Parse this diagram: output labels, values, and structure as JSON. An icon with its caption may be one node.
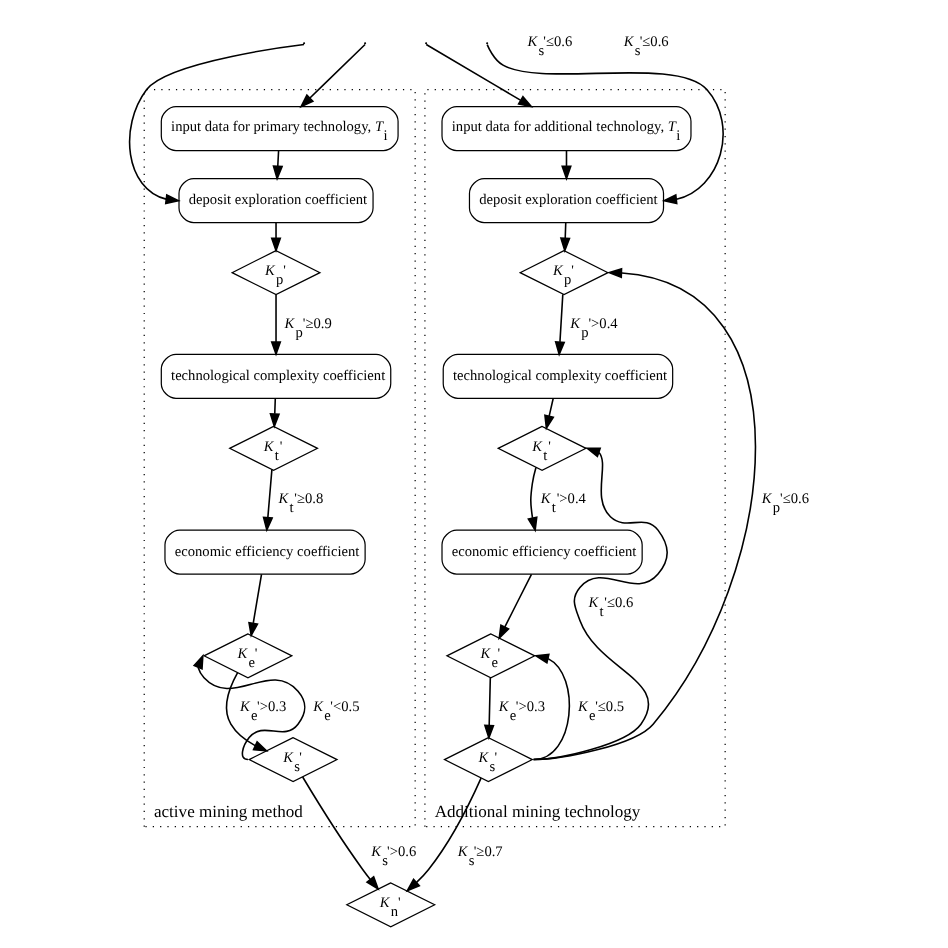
{
  "diagram": {
    "nodes": [
      {
        "text": [
          "active mining method"
        ]
      },
      {
        "text": [
          "input data for primary technology, *T*$_{i}$"
        ],
        "in": 0
      },
      {
        "text": [
          "deposit exploration coefficient"
        ],
        "in": 0
      },
      {
        "text": [
          "*K*$_{p}$'"
        ],
        "in": 0
      },
      {
        "text": [
          "technological complexity coefficient"
        ],
        "in": 0
      },
      {
        "text": [
          "*K*$_{t}$'"
        ],
        "in": 0
      },
      {
        "text": [
          "economic efficiency coefficient"
        ],
        "in": 0
      },
      {
        "text": [
          "*K*$_{e}$'"
        ],
        "in": 0
      },
      {
        "text": [
          "*K*$_{s}$'"
        ],
        "in": 0
      },
      {
        "text": [
          "Additional mining technology"
        ]
      },
      {
        "text": [
          "input data for additional technology, *T*$_{i}$"
        ],
        "in": 9
      },
      {
        "text": [
          "deposit exploration coefficient"
        ],
        "in": 9
      },
      {
        "text": [
          "*K*$_{p}$'"
        ],
        "in": 9
      },
      {
        "text": [
          "technological complexity coefficient"
        ],
        "in": 9
      },
      {
        "text": [
          "*K*$_{t}$'"
        ],
        "in": 9
      },
      {
        "text": [
          "economic efficiency coefficient"
        ],
        "in": 9
      },
      {
        "text": [
          "*K*$_{e}$'"
        ],
        "in": 9
      },
      {
        "text": [
          "*K*$_{s}$'"
        ],
        "in": 9
      },
      {
        "text": [
          "*K*$_{n}$'"
        ]
      }
    ],
    "edges": [
      {
        "from": 1,
        "to": 2,
        "arrow": "to"
      },
      {
        "from": 2,
        "to": 3,
        "arrow": "to"
      },
      {
        "from": 3,
        "to": 4,
        "arrow": "to",
        "label": "*K*$_{p}$'≥0.9"
      },
      {
        "from": 4,
        "to": 5,
        "arrow": "to"
      },
      {
        "from": 5,
        "to": 6,
        "arrow": "to",
        "label": "*K*$_{t}$'≥0.8"
      },
      {
        "from": 6,
        "to": 7,
        "arrow": "to"
      },
      {
        "from": 7,
        "to": 8,
        "arrow": "to",
        "label": "*K*$_{e}$'>0.3"
      },
      {
        "from": 8,
        "to": 7,
        "arrow": "to",
        "label": "*K*$_{e}$'<0.5"
      },
      {
        "from": 8,
        "to": 18,
        "arrow": "to",
        "label": "*K*$_{s}$'>0.6"
      },
      {
        "from": 10,
        "to": 11,
        "arrow": "to"
      },
      {
        "from": 11,
        "to": 12,
        "arrow": "to"
      },
      {
        "from": 12,
        "to": 13,
        "arrow": "to",
        "label": "*K*$_{p}$'>0.4"
      },
      {
        "from": 13,
        "to": 14,
        "arrow": "to"
      },
      {
        "from": 14,
        "to": 15,
        "arrow": "to",
        "label": "*K*$_{t}$'>0.4"
      },
      {
        "from": 15,
        "to": 16,
        "arrow": "to"
      },
      {
        "from": 16,
        "to": 17,
        "arrow": "to",
        "label": "*K*$_{e}$'>0.3"
      },
      {
        "from": 17,
        "to": 12,
        "arrow": "to",
        "label": "*K*$_{p}$'≤0.6"
      },
      {
        "from": 17,
        "to": 14,
        "arrow": "to",
        "label": "*K*$_{t}$'≤0.6"
      },
      {
        "from": 17,
        "to": 16,
        "arrow": "to",
        "label": "*K*$_{e}$'≤0.5"
      },
      {
        "from": 17,
        "to": 18,
        "arrow": "to",
        "label": "*K*$_{s}$'≥0.7"
      },
      {
        "from": null,
        "to": 1,
        "arrow": "to"
      },
      {
        "from": null,
        "to": 10,
        "arrow": "to"
      },
      {
        "from": null,
        "to": 2,
        "arrow": "to"
      },
      {
        "from": null,
        "to": 11,
        "arrow": "to"
      }
    ],
    "labels": [
      "*K*$_{s}$'≤0.6",
      "*K*$_{s}$'≤0.6"
    ]
  }
}
